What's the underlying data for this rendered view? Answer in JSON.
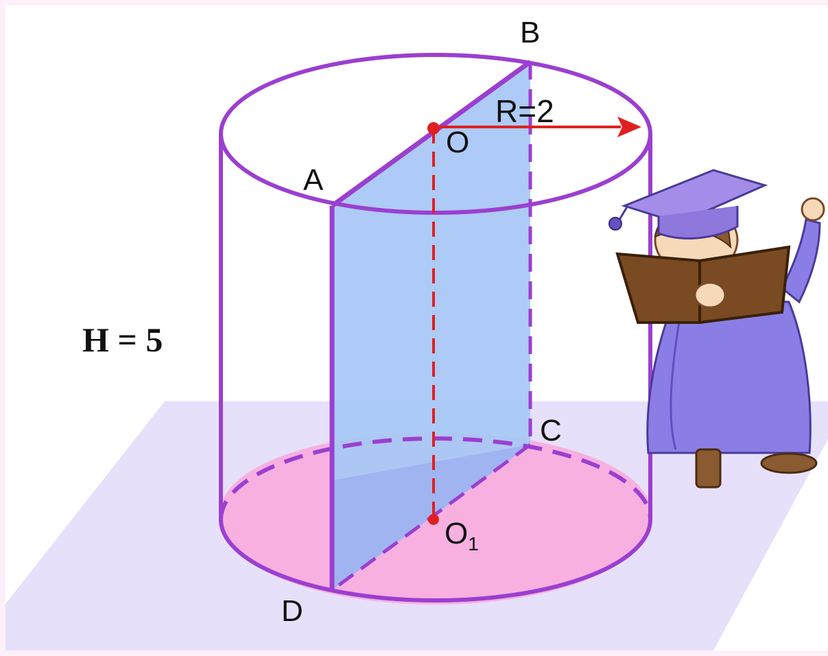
{
  "labels": {
    "A": "A",
    "B": "B",
    "C": "C",
    "D": "D",
    "O": "O",
    "O1_letter": "O",
    "O1_sub": "1",
    "radius": "R=2",
    "height": "H = 5"
  },
  "colors": {
    "outline": "#9b3fd0",
    "axis": "#e02020",
    "section_fill": "#a9c8f5",
    "base_fill": "#f7b0e0",
    "plane_fill": "#e6e0fa",
    "background": "#fdf0fb"
  },
  "icons": {
    "mascot": "professor-reading-book-icon"
  }
}
